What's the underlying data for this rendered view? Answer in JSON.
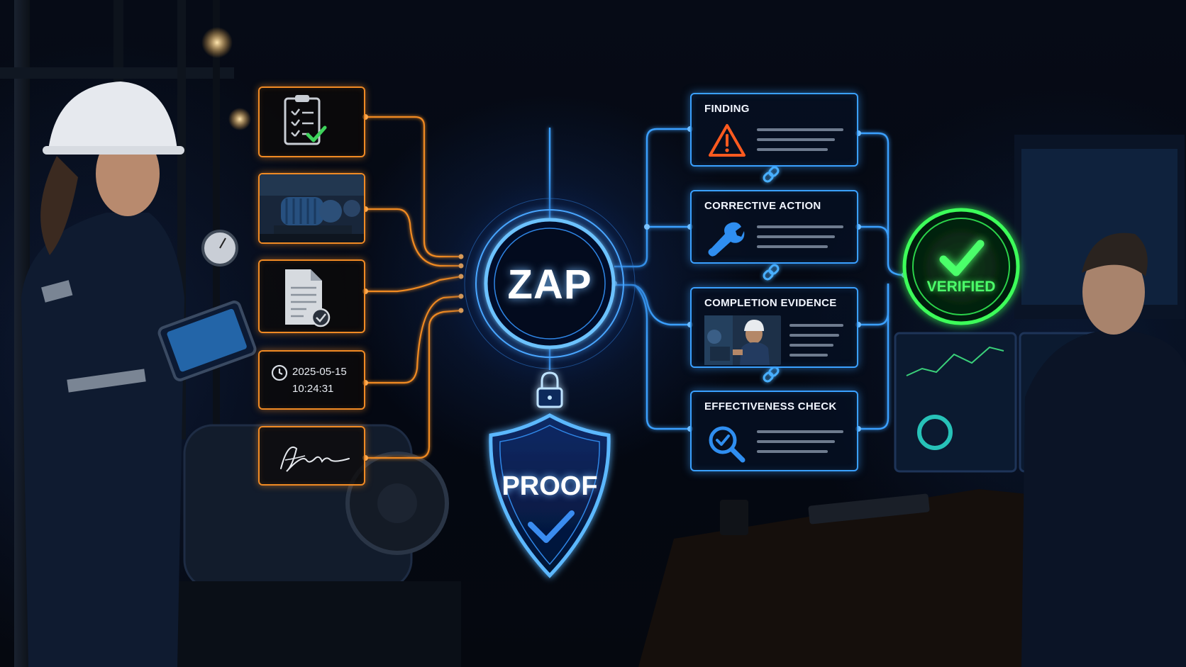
{
  "hub": {
    "label": "ZAP"
  },
  "proof": {
    "label": "PROOF"
  },
  "verified": {
    "label": "VERIFIED"
  },
  "inputs": {
    "timestamp_date": "2025-05-15",
    "timestamp_time": "10:24:31"
  },
  "steps": [
    {
      "title": "FINDING"
    },
    {
      "title": "CORRECTIVE ACTION"
    },
    {
      "title": "COMPLETION EVIDENCE"
    },
    {
      "title": "EFFECTIVENESS CHECK"
    }
  ],
  "colors": {
    "input_accent": "#f08a24",
    "flow_accent": "#3aa0ff",
    "verified_accent": "#3cff5a",
    "warning": "#ff5a1f",
    "background": "#03070f"
  },
  "icons": {
    "input_1": "checklist-icon",
    "input_2": "pump-photo",
    "input_3": "document-check-icon",
    "input_4": "clock-icon",
    "input_5": "signature",
    "finding": "warning-triangle-icon",
    "corrective_action": "wrench-icon",
    "completion_evidence": "technician-photo",
    "effectiveness_check": "magnifier-check-icon",
    "proof": "shield-lock-icon",
    "verified": "checkmark-badge-icon"
  }
}
